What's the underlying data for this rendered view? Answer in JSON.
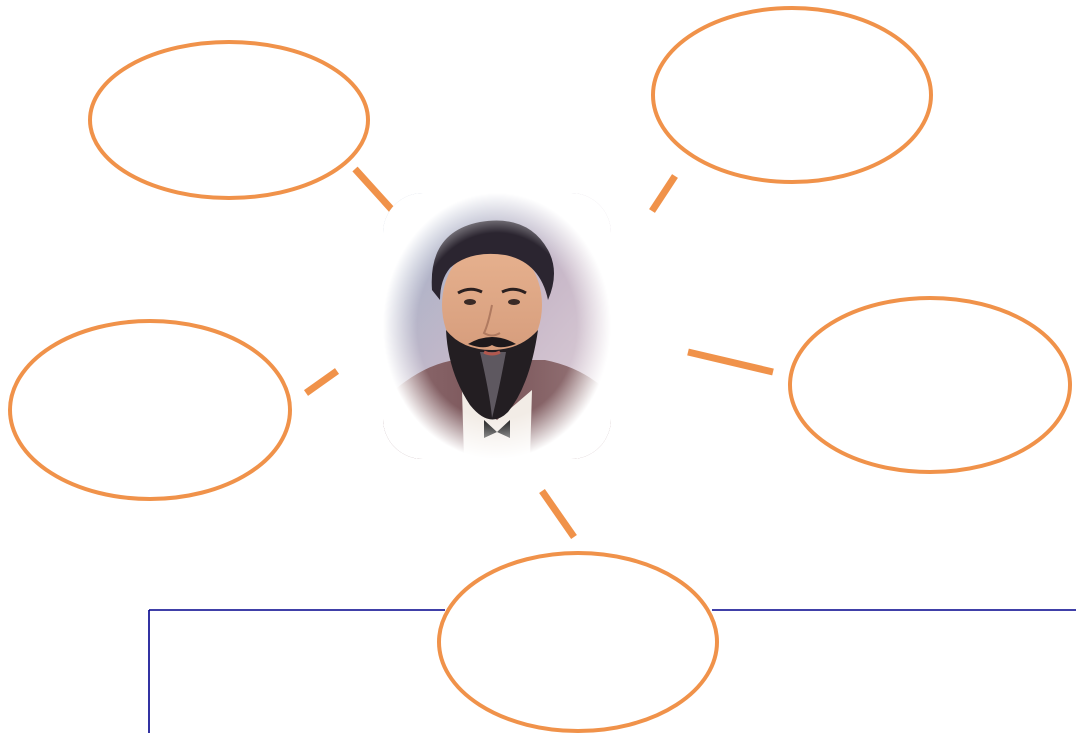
{
  "diagram": {
    "colors": {
      "node_stroke": "#f0924a",
      "connector": "#f0924a",
      "frame": "#00008b",
      "background": "#ffffff"
    },
    "center": {
      "image": "portrait-of-bearded-man"
    },
    "nodes": [
      {
        "id": "top-left",
        "label": ""
      },
      {
        "id": "top-right",
        "label": ""
      },
      {
        "id": "middle-left",
        "label": ""
      },
      {
        "id": "middle-right",
        "label": ""
      },
      {
        "id": "bottom",
        "label": ""
      }
    ]
  }
}
